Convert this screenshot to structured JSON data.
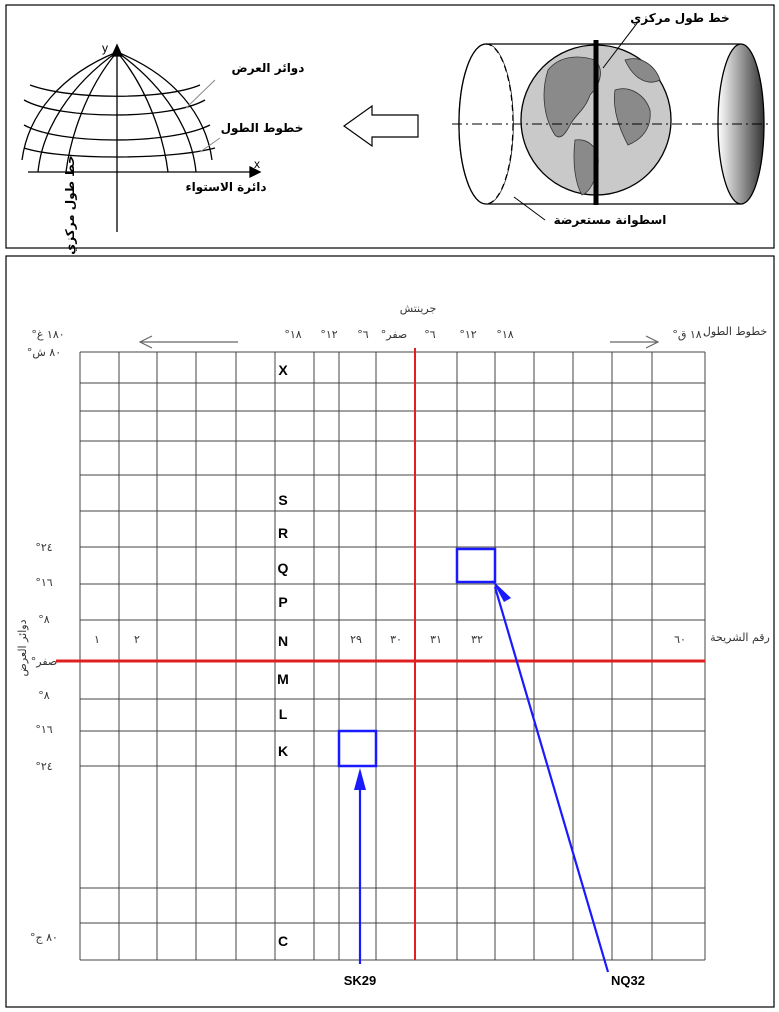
{
  "top_panel": {
    "central_meridian": "خط طول مركزي",
    "transverse_cylinder": "اسطوانة مستعرضة",
    "parallels": "دوائر العرض",
    "meridians": "خطوط الطول",
    "equator": "دائرة الاستواء",
    "central_meridian_vertical": "خط طول مركزي",
    "axis_x": "x",
    "axis_y": "y"
  },
  "grid": {
    "greenwich": "جرينتش",
    "meridians_label": "خطوط الطول",
    "longitude_labels": [
      "١٨٠ غ",
      "١٨",
      "١٢",
      "٦",
      "صفر",
      "٦",
      "١٢",
      "١٨",
      "١٨٠ ق"
    ],
    "zone_number_label": "رقم الشريحة",
    "zone_numbers": [
      "١",
      "٢",
      "٢٩",
      "٣٠",
      "٣١",
      "٣٢",
      "٦٠"
    ],
    "row_letters": [
      "X",
      "S",
      "R",
      "Q",
      "P",
      "N",
      "M",
      "L",
      "K",
      "C"
    ],
    "latitude_labels": [
      "٨٠ ش",
      "٢٤",
      "١٦",
      "٨",
      "صفر",
      "٨",
      "١٦",
      "٢٤",
      "٨٠ ج"
    ],
    "latitudes_title": "دوائر العرض",
    "callouts": [
      {
        "label": "SK29"
      },
      {
        "label": "NQ32"
      }
    ],
    "colors": {
      "axis": "#e02020",
      "highlight": "#1a1aff"
    }
  }
}
